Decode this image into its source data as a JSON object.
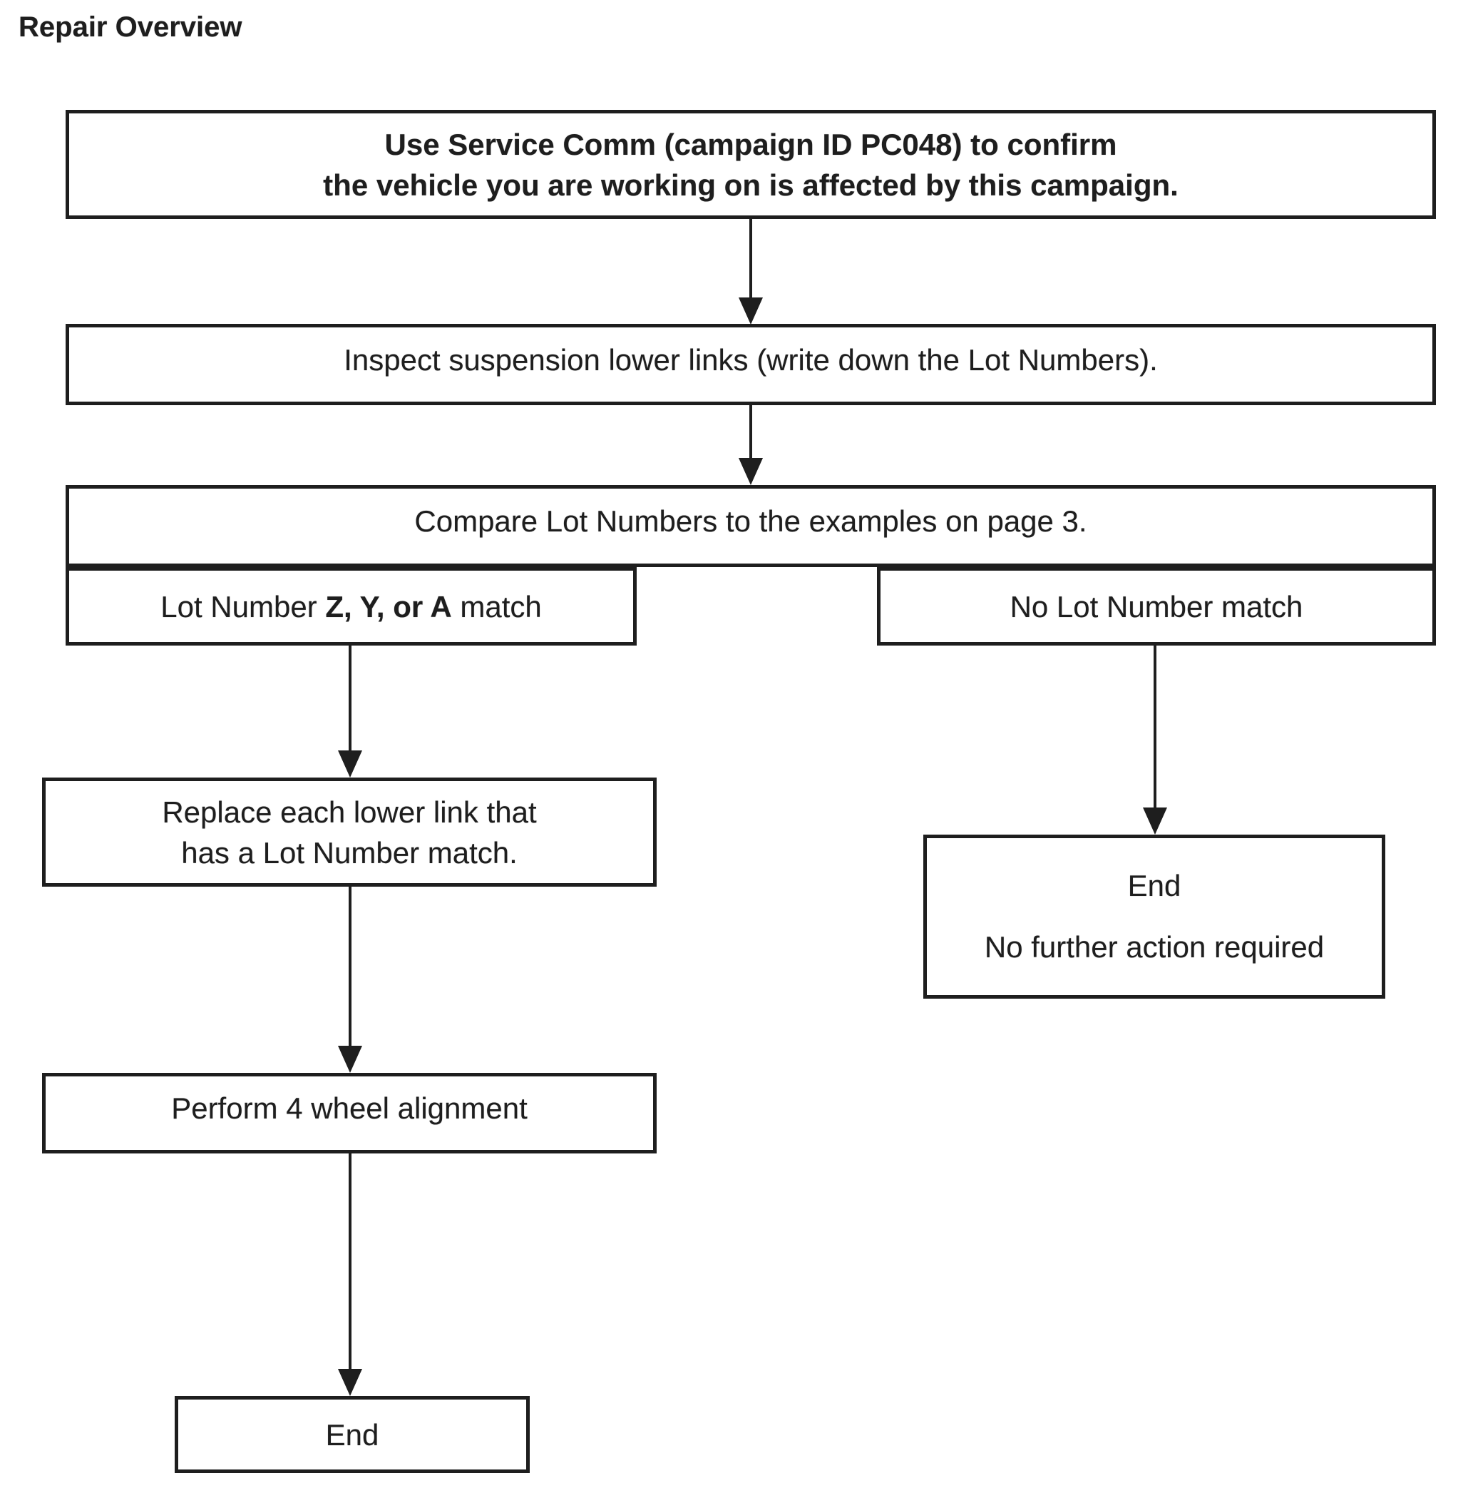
{
  "page": {
    "title": "Repair Overview"
  },
  "colors": {
    "ink": "#1e1e1e",
    "background": "#ffffff"
  },
  "flowchart": {
    "confirm": {
      "line1": "Use Service Comm (campaign ID PC048) to confirm",
      "line2": "the vehicle you are working on is affected by this campaign."
    },
    "inspect": {
      "label": "Inspect suspension lower links (write down the Lot Numbers)."
    },
    "compare": {
      "label": "Compare Lot Numbers to the examples on page 3."
    },
    "match_left": {
      "prefix": "Lot Number ",
      "emphasis": "Z, Y, or A",
      "suffix": " match"
    },
    "match_right": {
      "label": "No Lot Number match"
    },
    "replace": {
      "line1": "Replace each lower link that",
      "line2": "has a Lot Number match."
    },
    "alignment": {
      "label": "Perform 4 wheel alignment"
    },
    "end_left": {
      "label": "End"
    },
    "end_right": {
      "line1": "End",
      "line2": "No further action required"
    }
  }
}
